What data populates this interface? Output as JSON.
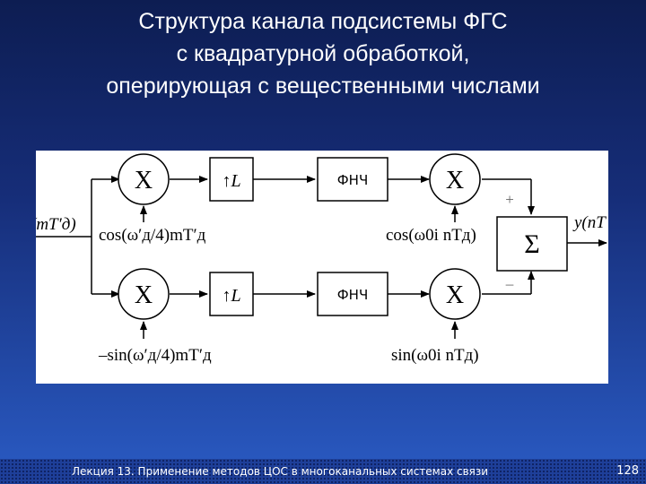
{
  "title": {
    "lines": [
      "Структура канала подсистемы ФГС",
      "с квадратурной обработкой,",
      "оперирующая с вещественными числами"
    ]
  },
  "diagram": {
    "input_label": "(mT′д)",
    "output_label": "y(nT",
    "mixer_symbol": "X",
    "upsample_label": "↑L",
    "filter_label": "ФНЧ",
    "sum_symbol": "Σ",
    "sign_plus": "+",
    "sign_minus": "–",
    "top_input_carrier": "cos(ω′д/4)mT′д",
    "bottom_input_carrier": "–sin(ω′д/4)mT′д",
    "top_output_carrier": "cos(ω0i nTд)",
    "bottom_output_carrier": "sin(ω0i nTд)"
  },
  "footer": {
    "lecture": "Лекция 13. Применение методов ЦОС в многоканальных системах связи",
    "page_number": "128"
  }
}
